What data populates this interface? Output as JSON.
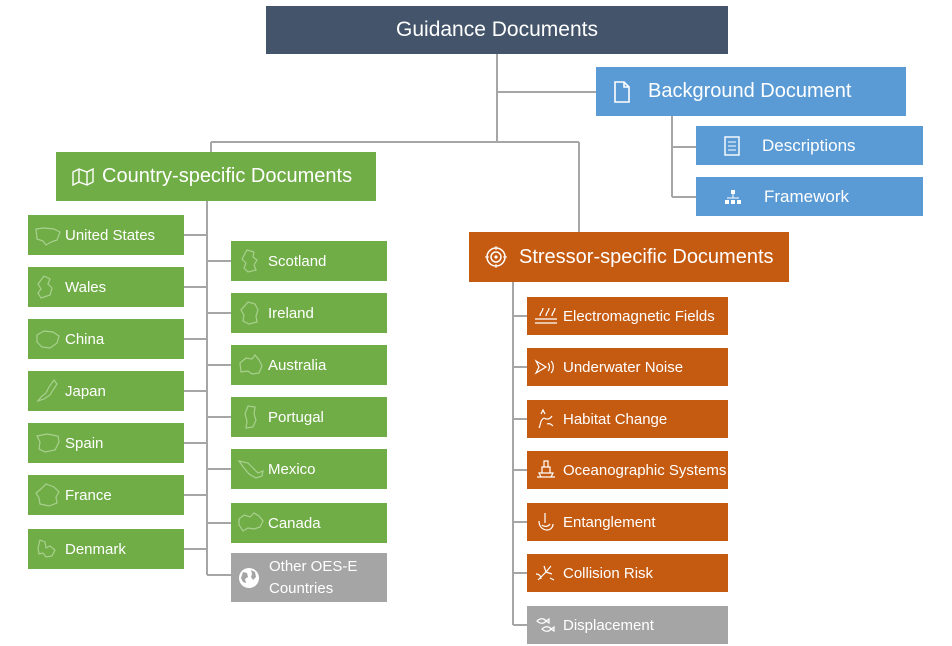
{
  "root": {
    "title": "Guidance Documents"
  },
  "background": {
    "title": "Background Document",
    "icon": "document-icon",
    "items": [
      {
        "label": "Descriptions",
        "icon": "list-icon"
      },
      {
        "label": "Framework",
        "icon": "hierarchy-icon"
      }
    ]
  },
  "country": {
    "title": "Country-specific Documents",
    "icon": "map-icon",
    "left_column": [
      {
        "label": "United States",
        "icon": "united-states-map-icon"
      },
      {
        "label": "Wales",
        "icon": "wales-map-icon"
      },
      {
        "label": "China",
        "icon": "china-map-icon"
      },
      {
        "label": "Japan",
        "icon": "japan-map-icon"
      },
      {
        "label": "Spain",
        "icon": "spain-map-icon"
      },
      {
        "label": "France",
        "icon": "france-map-icon"
      },
      {
        "label": "Denmark",
        "icon": "denmark-map-icon"
      }
    ],
    "right_column": [
      {
        "label": "Scotland",
        "icon": "scotland-map-icon"
      },
      {
        "label": "Ireland",
        "icon": "ireland-map-icon"
      },
      {
        "label": "Australia",
        "icon": "australia-map-icon"
      },
      {
        "label": "Portugal",
        "icon": "portugal-map-icon"
      },
      {
        "label": "Mexico",
        "icon": "mexico-map-icon"
      },
      {
        "label": "Canada",
        "icon": "canada-map-icon"
      }
    ],
    "other": {
      "label_line1": "Other OES-E",
      "label_line2": "Countries",
      "icon": "globe-icon"
    }
  },
  "stressor": {
    "title": "Stressor-specific Documents",
    "icon": "target-icon",
    "items": [
      {
        "label": "Electromagnetic Fields",
        "icon": "electromagnetic-icon"
      },
      {
        "label": "Underwater Noise",
        "icon": "noise-icon"
      },
      {
        "label": "Habitat Change",
        "icon": "habitat-icon"
      },
      {
        "label": "Oceanographic Systems",
        "icon": "buoy-icon"
      },
      {
        "label": "Entanglement",
        "icon": "entanglement-icon"
      },
      {
        "label": "Collision Risk",
        "icon": "collision-icon"
      },
      {
        "label": "Displacement",
        "icon": "fish-icon"
      }
    ]
  },
  "colors": {
    "root": "#44546a",
    "background": "#5b9bd5",
    "country": "#70ad47",
    "stressor": "#c55a11",
    "other": "#a5a5a5",
    "connector": "#a6a6a6"
  }
}
